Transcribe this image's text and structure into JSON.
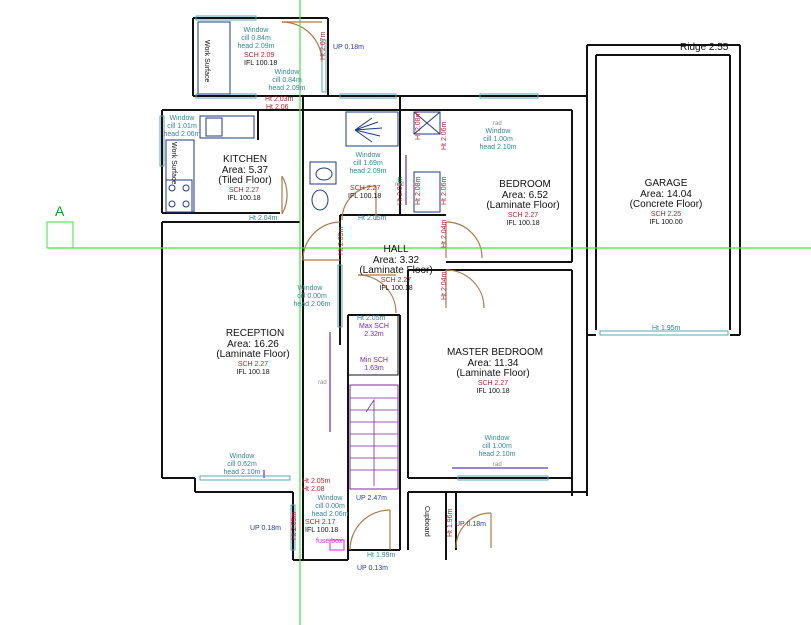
{
  "marker_label": "A",
  "ridge": "Ridge 2.55",
  "rooms": {
    "kitchen": {
      "name": "KITCHEN",
      "area": "Area: 5.37",
      "floor": "(Tiled Floor)",
      "sch": "SCH 2.27",
      "ifl": "IFL 100.18"
    },
    "hall": {
      "name": "HALL",
      "area": "Area: 3.32",
      "floor": "(Laminate Floor)",
      "sch": "SCH 2.27",
      "ifl": "IFL 100.18"
    },
    "bedroom": {
      "name": "BEDROOM",
      "area": "Area: 6.52",
      "floor": "(Laminate Floor)",
      "sch": "SCH 2.27",
      "ifl": "IFL 100.18"
    },
    "garage": {
      "name": "GARAGE",
      "area": "Area: 14.04",
      "floor": "(Concrete Floor)",
      "sch": "SCH 2.25",
      "ifl": "IFL 100.00"
    },
    "reception": {
      "name": "RECEPTION",
      "area": "Area: 16.26",
      "floor": "(Laminate Floor)",
      "sch": "SCH 2.27",
      "ifl": "IFL 100.18"
    },
    "master": {
      "name": "MASTER BEDROOM",
      "area": "Area: 11.34",
      "floor": "(Laminate Floor)",
      "sch": "SCH 2.27",
      "ifl": "IFL 100.18"
    },
    "bathroom": {
      "sch": "SCH 2.27",
      "ifl": "IFL 100.18"
    },
    "utility": {
      "sch": "SCH 2.09",
      "ifl": "IFL 100.18"
    },
    "porch": {
      "sch": "SCH 2.17",
      "ifl": "IFL 100.18"
    }
  },
  "windows": {
    "utility1": {
      "label": "Window",
      "sill": "cill 0.84m",
      "head": "head 2.09m"
    },
    "utility2": {
      "label": "Window",
      "sill": "cill 0.84m",
      "head": "head 2.09m"
    },
    "kitchen": {
      "label": "Window",
      "sill": "cill 1.01m",
      "head": "head 2.06m"
    },
    "bathroom": {
      "label": "Window",
      "sill": "cill 1.69m",
      "head": "head 2.09m"
    },
    "bedroom": {
      "label": "Window",
      "sill": "cill 1.00m",
      "head": "head 2.10m"
    },
    "hall": {
      "label": "Window",
      "sill": "cill 0.00m",
      "head": "head 2.06m"
    },
    "reception": {
      "label": "Window",
      "sill": "cill 0.62m",
      "head": "head 2.10m"
    },
    "master": {
      "label": "Window",
      "sill": "cill 1.00m",
      "head": "head 2.10m"
    },
    "porch": {
      "label": "Window",
      "sill": "cill 0.00m",
      "head": "head 2.06m"
    }
  },
  "work_surface": "Work Surface",
  "heights": {
    "ht203": "Ht 2.03m",
    "ht206": "Ht 2.06",
    "ht204k": "Ht 2.04m",
    "ht205": "Ht 2.05m",
    "ht206v": "Ht 2.06m",
    "ht207": "Ht 2.07m",
    "ht209v": "Ht 2.09m",
    "ht208b": "Ht 2.08m",
    "ht208c": "Ht 2.08m",
    "ht206b": "Ht 2.06m",
    "ht205b": "Ht 2.05m",
    "ht204h": "Ht 2.04m",
    "ht204m": "Ht 2.04m",
    "ht205h": "Ht 2.05m",
    "garage": "Ht 1.95m",
    "porch1": "Ht 2.05m",
    "porch2": "Ht 2.08",
    "ht199": "Ht 1.99m",
    "ht196": "Ht 1.96m",
    "ht205c": "Ht 2.05m"
  },
  "levels": {
    "up018a": "UP 0.18m",
    "up247": "UP 2.47m",
    "up013": "UP 0.13m",
    "up018b": "UP 0.18m",
    "up018c": "UP 0.18m"
  },
  "stair": {
    "max": "Max SCH",
    "max_v": "2.32m",
    "min": "Min SCH",
    "min_v": "1.63m"
  },
  "rad": "rad",
  "cupboard": "Cupboard",
  "fuse_box": "fuse box"
}
